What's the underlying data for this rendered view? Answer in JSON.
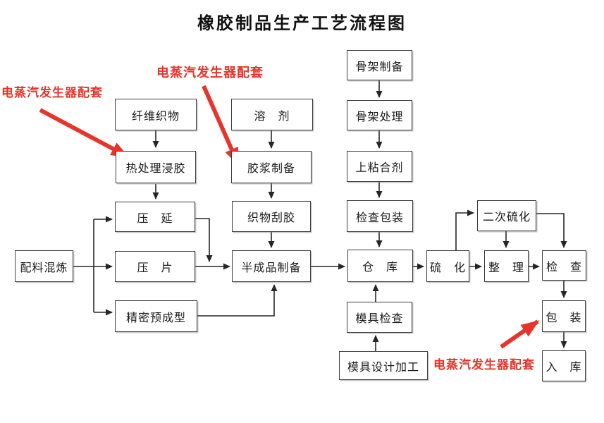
{
  "title": "橡胶制品生产工艺流程图",
  "annotation_color": "#e6352b",
  "annotations": [
    {
      "text": "电蒸汽发生器配套"
    },
    {
      "text": "电蒸汽发生器配套"
    },
    {
      "text": "电蒸汽发生器配套"
    }
  ],
  "nodes": [
    {
      "id": "frame-prep",
      "label": "骨架制备"
    },
    {
      "id": "fiber-fabric",
      "label": "纤维织物"
    },
    {
      "id": "solvent",
      "label": "溶　剂"
    },
    {
      "id": "frame-treatment",
      "label": "骨架处理"
    },
    {
      "id": "heat-treat-dipping",
      "label": "热处理浸胶"
    },
    {
      "id": "cement-prep",
      "label": "胶浆制备"
    },
    {
      "id": "apply-adhesive",
      "label": "上粘合剂"
    },
    {
      "id": "calendering",
      "label": "压　延"
    },
    {
      "id": "fabric-spreading",
      "label": "织物刮胶"
    },
    {
      "id": "inspect-packing",
      "label": "检查包装"
    },
    {
      "id": "secondary-vulcanizing",
      "label": "二次硫化"
    },
    {
      "id": "compound-mixing",
      "label": "配料混炼"
    },
    {
      "id": "sheeting",
      "label": "压　片"
    },
    {
      "id": "semi-product-prep",
      "label": "半成品制备"
    },
    {
      "id": "warehouse",
      "label": "仓　库"
    },
    {
      "id": "vulcanizing",
      "label": "硫　化"
    },
    {
      "id": "finishing",
      "label": "整　理"
    },
    {
      "id": "inspection",
      "label": "检　查"
    },
    {
      "id": "precision-preforming",
      "label": "精密预成型"
    },
    {
      "id": "mold-inspection",
      "label": "模具检查"
    },
    {
      "id": "packing",
      "label": "包　装"
    },
    {
      "id": "mold-design-machining",
      "label": "模具设计加工"
    },
    {
      "id": "into-storage",
      "label": "入　库"
    }
  ]
}
